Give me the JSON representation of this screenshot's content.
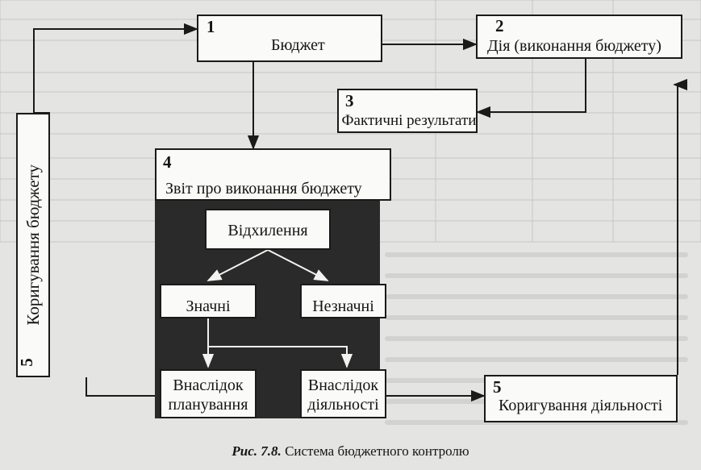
{
  "figure": {
    "caption_prefix": "Рис. 7.8.",
    "caption_text": " Система бюджетного контролю"
  },
  "nodes": {
    "budget": {
      "num": "1",
      "label": "Бюджет"
    },
    "action": {
      "num": "2",
      "label": "Дія (виконання бюджету)"
    },
    "actual": {
      "num": "3",
      "label": "Фактичні результати"
    },
    "report": {
      "num": "4",
      "label": "Звіт про виконання бюджету"
    },
    "deviations": {
      "label": "Відхилення"
    },
    "significant": {
      "label": "Значні"
    },
    "insignificant": {
      "label": "Незначні"
    },
    "planning": {
      "line1": "Внаслідок",
      "line2": "планування"
    },
    "activity": {
      "line1": "Внаслідок",
      "line2": "діяльності"
    },
    "budget_adjust": {
      "num": "5",
      "label": "Коригування бюджету"
    },
    "activity_adjust": {
      "num": "5",
      "label": "Коригування діяльності"
    }
  },
  "colors": {
    "ink": "#1a1a1a",
    "box_fill": "#fafaf8",
    "panel": "#2a2a2a",
    "page": "#e4e4e2"
  }
}
